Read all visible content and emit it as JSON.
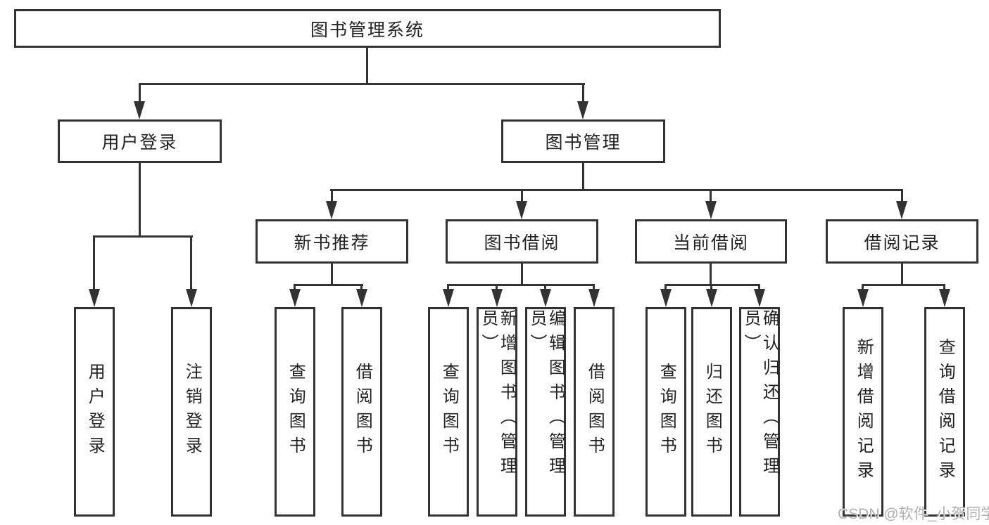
{
  "tree": {
    "root": "图书管理系统",
    "children": [
      {
        "label": "用户登录",
        "children": [
          {
            "label": "用户登录"
          },
          {
            "label": "注销登录"
          }
        ]
      },
      {
        "label": "图书管理",
        "children": [
          {
            "label": "新书推荐",
            "children": [
              {
                "label": "查询图书"
              },
              {
                "label": "借阅图书"
              }
            ]
          },
          {
            "label": "图书借阅",
            "children": [
              {
                "label": "查询图书"
              },
              {
                "label": "新增图书（管理员）"
              },
              {
                "label": "编辑图书（管理员）"
              },
              {
                "label": "借阅图书"
              }
            ]
          },
          {
            "label": "当前借阅",
            "children": [
              {
                "label": "查询图书"
              },
              {
                "label": "归还图书"
              },
              {
                "label": "确认归还（管理员）"
              }
            ]
          },
          {
            "label": "借阅记录",
            "children": [
              {
                "label": "新增借阅记录"
              },
              {
                "label": "查询借阅记录"
              }
            ]
          }
        ]
      }
    ]
  },
  "watermark": "CSDN @软件_小贺同学",
  "colors": {
    "line": "#333333",
    "text": "#222222",
    "box_background": "#ffffff",
    "watermark": "#b0b0b0"
  }
}
